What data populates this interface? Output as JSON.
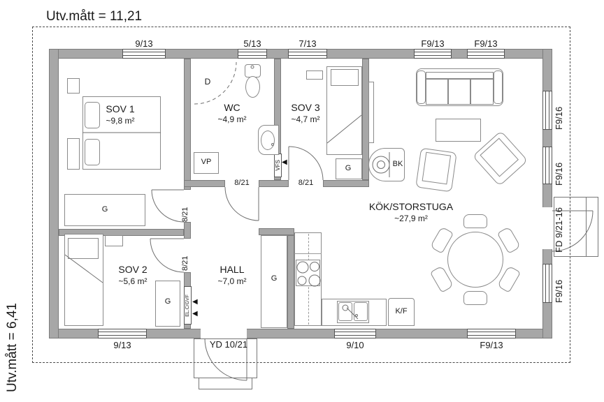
{
  "titles": {
    "top": "Utv.mått = 11,21",
    "left": "Utv.mått = 6,41"
  },
  "rooms": {
    "sov1": {
      "name": "SOV 1",
      "area": "~9,8 m²"
    },
    "wc": {
      "name": "WC",
      "area": "~4,9 m²"
    },
    "sov3": {
      "name": "SOV 3",
      "area": "~4,7 m²"
    },
    "kok": {
      "name": "KÖK/STORSTUGA",
      "area": "~27,9 m²"
    },
    "sov2": {
      "name": "SOV 2",
      "area": "~5,6 m²"
    },
    "hall": {
      "name": "HALL",
      "area": "~7,0 m²"
    }
  },
  "windows": {
    "top": [
      "9/13",
      "5/13",
      "7/13",
      "F9/13",
      "F9/13"
    ],
    "bottom": [
      "9/13",
      "9/10",
      "F9/13"
    ],
    "right": [
      "F9/16",
      "F9/16",
      "F9/16"
    ]
  },
  "doors": {
    "entry": "YD 10/21",
    "terrace": "FD 9/21-16",
    "interior": "8/21"
  },
  "labels": {
    "shower": "D",
    "heater": "VP",
    "vent": "VFS",
    "electrical": "EL.C/GVF",
    "fireplace": "BK",
    "fridge_freezer": "K/F",
    "wardrobe": "G"
  }
}
